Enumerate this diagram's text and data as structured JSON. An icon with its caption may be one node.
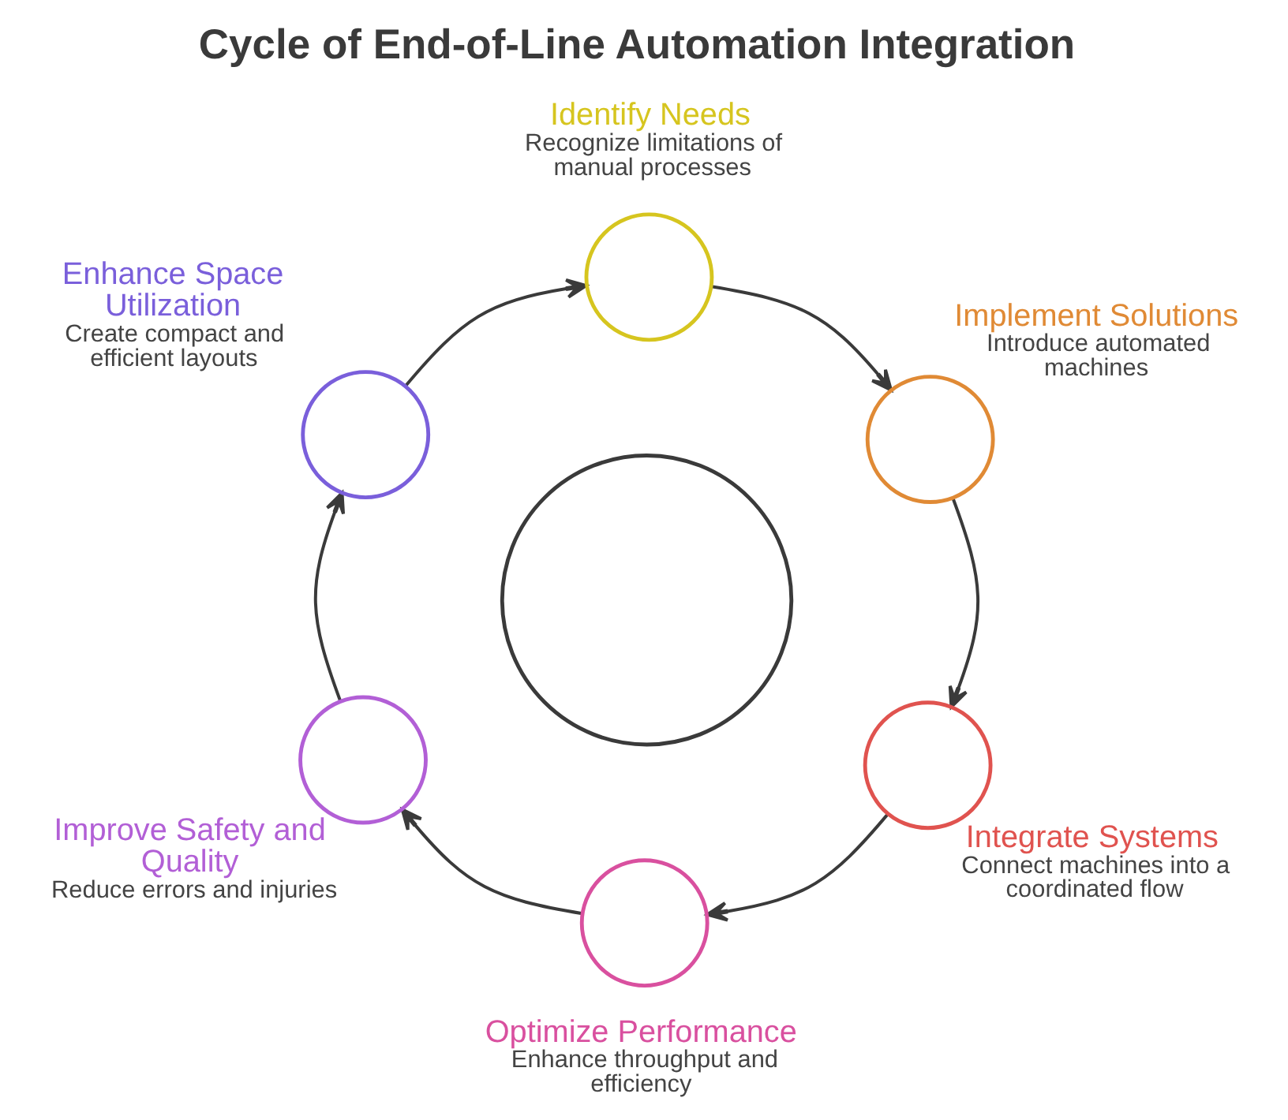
{
  "diagram": {
    "title": "Cycle of End-of-Line Automation Integration",
    "nodes": [
      {
        "text": [],
        "shape": "circle",
        "beside": [
          "Identify Needs",
          "Recognize limitations of manual processes"
        ]
      },
      {
        "text": [],
        "shape": "circle",
        "beside": [
          "Implement Solutions",
          "Introduce automated machines"
        ]
      },
      {
        "text": [],
        "shape": "circle",
        "beside": [
          "Integrate Systems",
          "Connect machines into a coordinated flow"
        ]
      },
      {
        "text": [],
        "shape": "circle",
        "beside": [
          "Optimize Performance",
          "Enhance throughput and efficiency"
        ]
      },
      {
        "text": [],
        "shape": "circle",
        "beside": [
          "Improve Safety and Quality",
          "Reduce errors and injuries"
        ]
      },
      {
        "text": [],
        "shape": "circle",
        "beside": [
          "Enhance Space Utilization",
          "Create compact and efficient layouts"
        ]
      },
      {
        "text": [],
        "shape": "circle"
      }
    ],
    "edges": [
      {
        "from": 0,
        "to": 1,
        "arrow": "to"
      },
      {
        "from": 1,
        "to": 2,
        "arrow": "to"
      },
      {
        "from": 2,
        "to": 3,
        "arrow": "to"
      },
      {
        "from": 3,
        "to": 4,
        "arrow": "to"
      },
      {
        "from": 4,
        "to": 5,
        "arrow": "to"
      },
      {
        "from": 5,
        "to": 0,
        "arrow": "to"
      }
    ]
  }
}
